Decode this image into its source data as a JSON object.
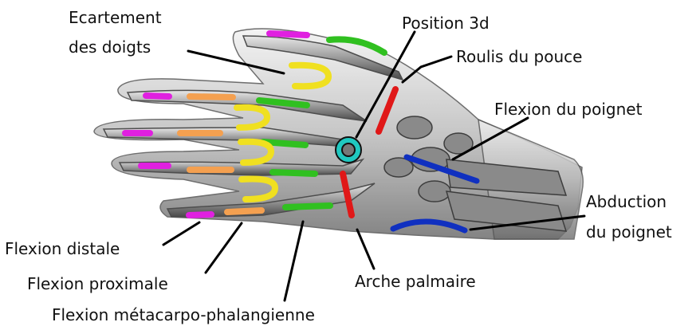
{
  "labels": {
    "ecartement_line1": "Ecartement",
    "ecartement_line2": "des doigts",
    "position3d": "Position 3d",
    "roulis": "Roulis du pouce",
    "flexion_poignet": "Flexion du poignet",
    "abduction_line1": "Abduction",
    "abduction_line2": "du poignet",
    "flexion_distale": "Flexion distale",
    "flexion_proximale": "Flexion proximale",
    "flexion_mcp": "Flexion métacarpo-phalangienne",
    "arche": "Arche palmaire"
  },
  "colors": {
    "distal": "#e020e0",
    "proximal": "#f4a050",
    "mcp": "#30c020",
    "abduction_finger": "#f0e020",
    "palm_arch": "#e01818",
    "wrist": "#1030c0",
    "position_marker": "#20c8c0",
    "bone": "#8a8a8a",
    "skin": "#d8d8d8"
  }
}
